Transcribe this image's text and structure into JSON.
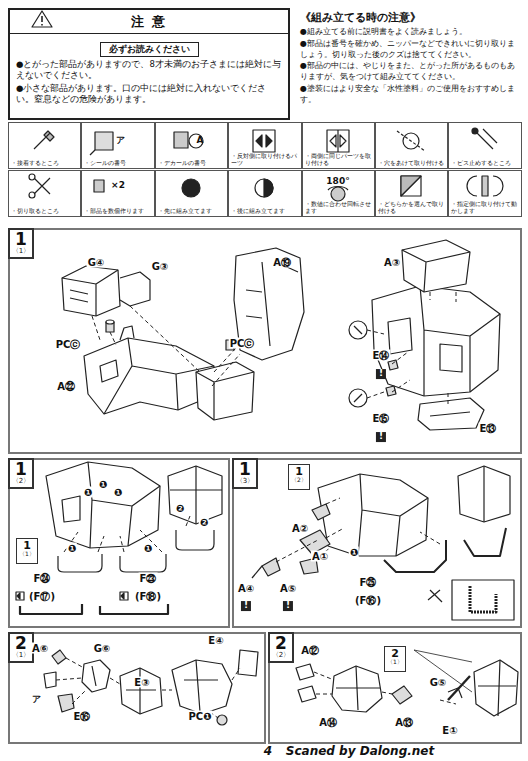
{
  "diagram": {
    "nodes": [
      {
        "text": [
          "注 意",
          "必ずお読みください",
          "●とがった部品がありますので、8才未満のお子さまには絶対に与えないでください。",
          "●小さな部品があります。口の中には絶対に入れないでください。窒息などの危険があります。"
        ]
      },
      {
        "text": [
          "《組み立てる時の注意》",
          "●組み立てる前に説明書をよく読みましょう。",
          "●部品は番号を確かめ、ニッパーなどできれいに切り取りましょう。切り取った後のクズは捨ててください。",
          "●部品の中には、やじりをまた、とがった所があるものもありますが、気をつけて組み立ててください。",
          "●塗装にはより安全な「水性塗料」のご使用をおすすめします。"
        ]
      },
      {
        "text": [
          "・接着するところ"
        ]
      },
      {
        "text": [
          "・シールの番号"
        ]
      },
      {
        "text": [
          "・デカールの番号"
        ]
      },
      {
        "text": [
          "・反対側に取り付けるパーツ"
        ]
      },
      {
        "text": [
          "・両側に同じパーツを取り付ける"
        ]
      },
      {
        "text": [
          "・穴をあけて取り付ける"
        ]
      },
      {
        "text": [
          "・ビス止めするところ"
        ]
      },
      {
        "text": [
          "・切り取るところ"
        ]
      },
      {
        "text": [
          "・部品を数個作ります"
        ]
      },
      {
        "text": [
          "・先に組み立てます"
        ]
      },
      {
        "text": [
          "・後に組み立てます"
        ]
      },
      {
        "text": [
          "・数値に合わせ回転させます"
        ]
      },
      {
        "text": [
          "・どちらかを選んで取り付ける"
        ]
      },
      {
        "text": [
          "・指定側に取り付けて動かします"
        ]
      },
      {
        "text": [
          "1",
          "〈1〉"
        ]
      },
      {
        "text": [
          "1",
          "〈2〉"
        ]
      },
      {
        "text": [
          "1",
          "〈3〉"
        ]
      },
      {
        "text": [
          "2",
          "〈1〉"
        ]
      },
      {
        "text": [
          "2",
          "〈2〉"
        ]
      },
      {
        "text": [
          "1",
          "〈1〉"
        ],
        "in": 17
      },
      {
        "text": [
          "1",
          "〈2〉"
        ],
        "in": 18
      },
      {
        "text": [
          "2",
          "〈1〉"
        ],
        "in": 20
      }
    ],
    "labels": [
      "ア",
      "A",
      "×2",
      "180°",
      "G④",
      "G③",
      "PCⓒ",
      "A⑲",
      "PCⓒ",
      "A㉒",
      "A③",
      "E⑭",
      "!",
      "E⑮",
      "!",
      "E⑬",
      "❶",
      "❶",
      "❶",
      "❶",
      "❶",
      "❷",
      "❷",
      "F㉔",
      "(F⑰)",
      "F㉓",
      "(F⑱)",
      "A②",
      "A①",
      "A④",
      "!",
      "A⑤",
      "!",
      "❶",
      "F㉕",
      "(F⑯)",
      "A⑥",
      "G⑥",
      "E③",
      "E④",
      "ア",
      "E⑯",
      "PC❶",
      "A⑫",
      "A⑭",
      "A⑬",
      "G⑤",
      "E①",
      "4",
      "Scaned by Dalong.net"
    ]
  }
}
